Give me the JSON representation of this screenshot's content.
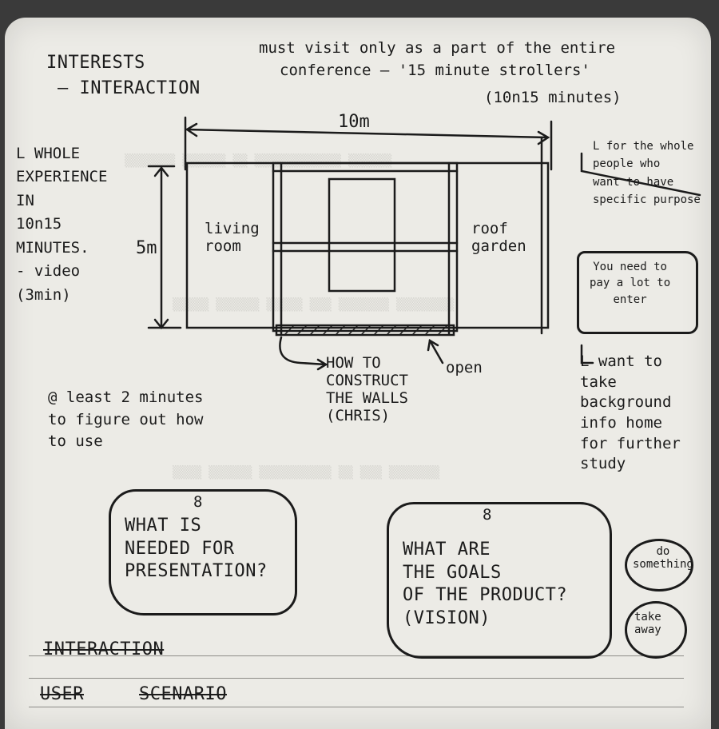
{
  "top_left": {
    "line1": "INTERESTS",
    "line2": "— INTERACTION"
  },
  "top_note": {
    "line1": "must visit only as a part of the entire",
    "line2": "conference — '15 minute strollers'",
    "line3": "(10n15 minutes)"
  },
  "left_note": {
    "lines": [
      "L WHOLE",
      "EXPERIENCE",
      "IN",
      "10n15",
      "MINUTES.",
      "- video",
      "(3min)"
    ]
  },
  "plan": {
    "width_label": "10m",
    "height_label": "5m",
    "left_room": "living\nroom",
    "right_room": "roof\ngarden",
    "walls_note": "HOW TO\nCONSTRUCT\nTHE WALLS\n(CHRIS)",
    "open_label": "open"
  },
  "right_notes": {
    "note1": "L for the whole\npeople who\nwant to have\nspecific purpose",
    "boxed": "You need to\npay a lot to\nenter",
    "note2": "L want to\ntake\nbackground\ninfo home\nfor further\nstudy"
  },
  "minutes_note": "@ least 2 minutes\nto figure out how\nto use",
  "box_presentation": {
    "marker": "8",
    "text": "WHAT IS\nNEEDED FOR\nPRESENTATION?"
  },
  "box_goals": {
    "marker": "8",
    "text": "WHAT ARE\nTHE GOALS\nOF THE PRODUCT?\n(VISION)"
  },
  "circles": [
    "do\nsomething",
    "take\naway"
  ],
  "crossed_out": {
    "item1": "INTERACTION",
    "item2_a": "USER",
    "item2_b": "SCENARIO"
  },
  "colors": {
    "ink": "#1b1b1b",
    "paper": "#ecebe6"
  }
}
